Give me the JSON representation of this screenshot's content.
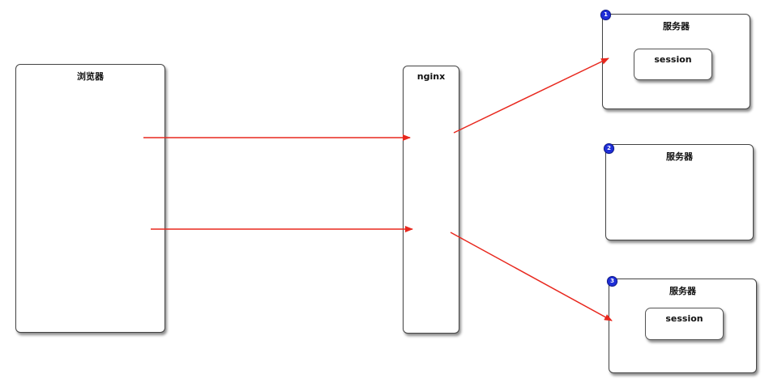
{
  "browser": {
    "label": "浏览器"
  },
  "nginx": {
    "label": "nginx"
  },
  "servers": [
    {
      "badge": "1",
      "label": "服务器",
      "session": "session"
    },
    {
      "badge": "2",
      "label": "服务器"
    },
    {
      "badge": "3",
      "label": "服务器",
      "session": "session"
    }
  ],
  "colors": {
    "arrow": "#e8281e",
    "badge": "#1f2fd8",
    "border": "#444444"
  }
}
